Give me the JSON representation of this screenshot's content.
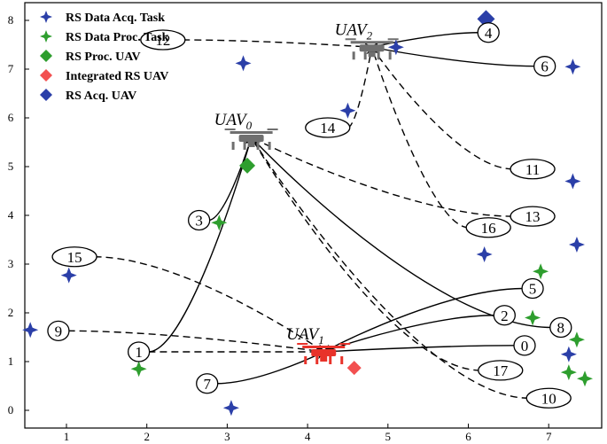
{
  "legend": {
    "items": [
      {
        "label": "RS Data Acq. Task",
        "marker": "star4",
        "color": "#2b3fa8"
      },
      {
        "label": "RS Data Proc. Task",
        "marker": "star4",
        "color": "#2e9e2e"
      },
      {
        "label": "RS Proc. UAV",
        "marker": "diamond",
        "color": "#2e9e2e"
      },
      {
        "label": "Integrated RS UAV",
        "marker": "diamond",
        "color": "#f25050"
      },
      {
        "label": "RS Acq. UAV",
        "marker": "diamond",
        "color": "#2b3fa8"
      }
    ]
  },
  "axes": {
    "x_ticks": [
      "1",
      "2",
      "3",
      "4",
      "5",
      "6",
      "7"
    ],
    "y_ticks": [
      "0",
      "1",
      "2",
      "3",
      "4",
      "5",
      "6",
      "7",
      "8"
    ]
  },
  "uavs": [
    {
      "id": "uav0",
      "label": "UAV",
      "sub": "0",
      "x": 3.3,
      "y": 5.6,
      "color": "#6f6f6f"
    },
    {
      "id": "uav1",
      "label": "UAV",
      "sub": "1",
      "x": 4.2,
      "y": 1.2,
      "color": "#e8322a"
    },
    {
      "id": "uav2",
      "label": "UAV",
      "sub": "2",
      "x": 4.8,
      "y": 7.45,
      "color": "#6f6f6f"
    }
  ],
  "markers": {
    "acq_tasks": [
      [
        0.55,
        1.65
      ],
      [
        1.03,
        2.77
      ],
      [
        3.2,
        7.12
      ],
      [
        4.5,
        6.15
      ],
      [
        5.1,
        7.45
      ],
      [
        7.3,
        7.05
      ],
      [
        7.3,
        4.7
      ],
      [
        7.35,
        3.4
      ],
      [
        6.2,
        3.2
      ],
      [
        7.25,
        1.15
      ],
      [
        3.05,
        0.05
      ]
    ],
    "proc_tasks": [
      [
        1.9,
        0.85
      ],
      [
        2.9,
        3.85
      ],
      [
        6.9,
        2.85
      ],
      [
        6.8,
        1.9
      ],
      [
        7.35,
        1.45
      ],
      [
        7.25,
        0.78
      ],
      [
        7.45,
        0.65
      ]
    ],
    "proc_uav": [
      [
        3.25,
        5.02
      ]
    ],
    "integrated_uav": [
      [
        4.58,
        0.87
      ]
    ],
    "acq_uav": [
      [
        6.22,
        8.03
      ]
    ]
  },
  "task_labels": [
    {
      "id": "0",
      "x": 6.7,
      "y": 1.33
    },
    {
      "id": "1",
      "x": 1.9,
      "y": 1.2
    },
    {
      "id": "2",
      "x": 6.45,
      "y": 1.95
    },
    {
      "id": "3",
      "x": 2.65,
      "y": 3.9
    },
    {
      "id": "4",
      "x": 6.25,
      "y": 7.75
    },
    {
      "id": "5",
      "x": 6.8,
      "y": 2.5
    },
    {
      "id": "6",
      "x": 6.95,
      "y": 7.06
    },
    {
      "id": "7",
      "x": 2.75,
      "y": 0.55
    },
    {
      "id": "8",
      "x": 7.15,
      "y": 1.7
    },
    {
      "id": "9",
      "x": 0.9,
      "y": 1.63
    },
    {
      "id": "10",
      "x": 7.0,
      "y": 0.25
    },
    {
      "id": "11",
      "x": 6.8,
      "y": 4.95
    },
    {
      "id": "12",
      "x": 2.2,
      "y": 7.6
    },
    {
      "id": "13",
      "x": 6.8,
      "y": 3.98
    },
    {
      "id": "14",
      "x": 4.25,
      "y": 5.8
    },
    {
      "id": "15",
      "x": 1.1,
      "y": 3.15
    },
    {
      "id": "16",
      "x": 6.25,
      "y": 3.75
    },
    {
      "id": "17",
      "x": 6.4,
      "y": 0.82
    }
  ],
  "connections": [
    {
      "from": "1",
      "to": "uav0",
      "style": "solid"
    },
    {
      "from": "3",
      "to": "uav0",
      "style": "solid"
    },
    {
      "from": "8",
      "to": "uav0",
      "style": "solid"
    },
    {
      "from": "13",
      "to": "uav0",
      "style": "dashed"
    },
    {
      "from": "10",
      "to": "uav0",
      "style": "dashed"
    },
    {
      "from": "17",
      "to": "uav0",
      "style": "dashed"
    },
    {
      "from": "9",
      "to": "uav1",
      "style": "dashed"
    },
    {
      "from": "15",
      "to": "uav1",
      "style": "dashed"
    },
    {
      "from": "1",
      "to": "uav1",
      "style": "dashed"
    },
    {
      "from": "7",
      "to": "uav1",
      "style": "solid"
    },
    {
      "from": "5",
      "to": "uav1",
      "style": "solid"
    },
    {
      "from": "2",
      "to": "uav1",
      "style": "solid"
    },
    {
      "from": "0",
      "to": "uav1",
      "style": "solid"
    },
    {
      "from": "12",
      "to": "uav2",
      "style": "dashed"
    },
    {
      "from": "14",
      "to": "uav2",
      "style": "dashed"
    },
    {
      "from": "4",
      "to": "uav2",
      "style": "solid"
    },
    {
      "from": "6",
      "to": "uav2",
      "style": "solid"
    },
    {
      "from": "11",
      "to": "uav2",
      "style": "dashed"
    },
    {
      "from": "16",
      "to": "uav2",
      "style": "dashed"
    }
  ]
}
